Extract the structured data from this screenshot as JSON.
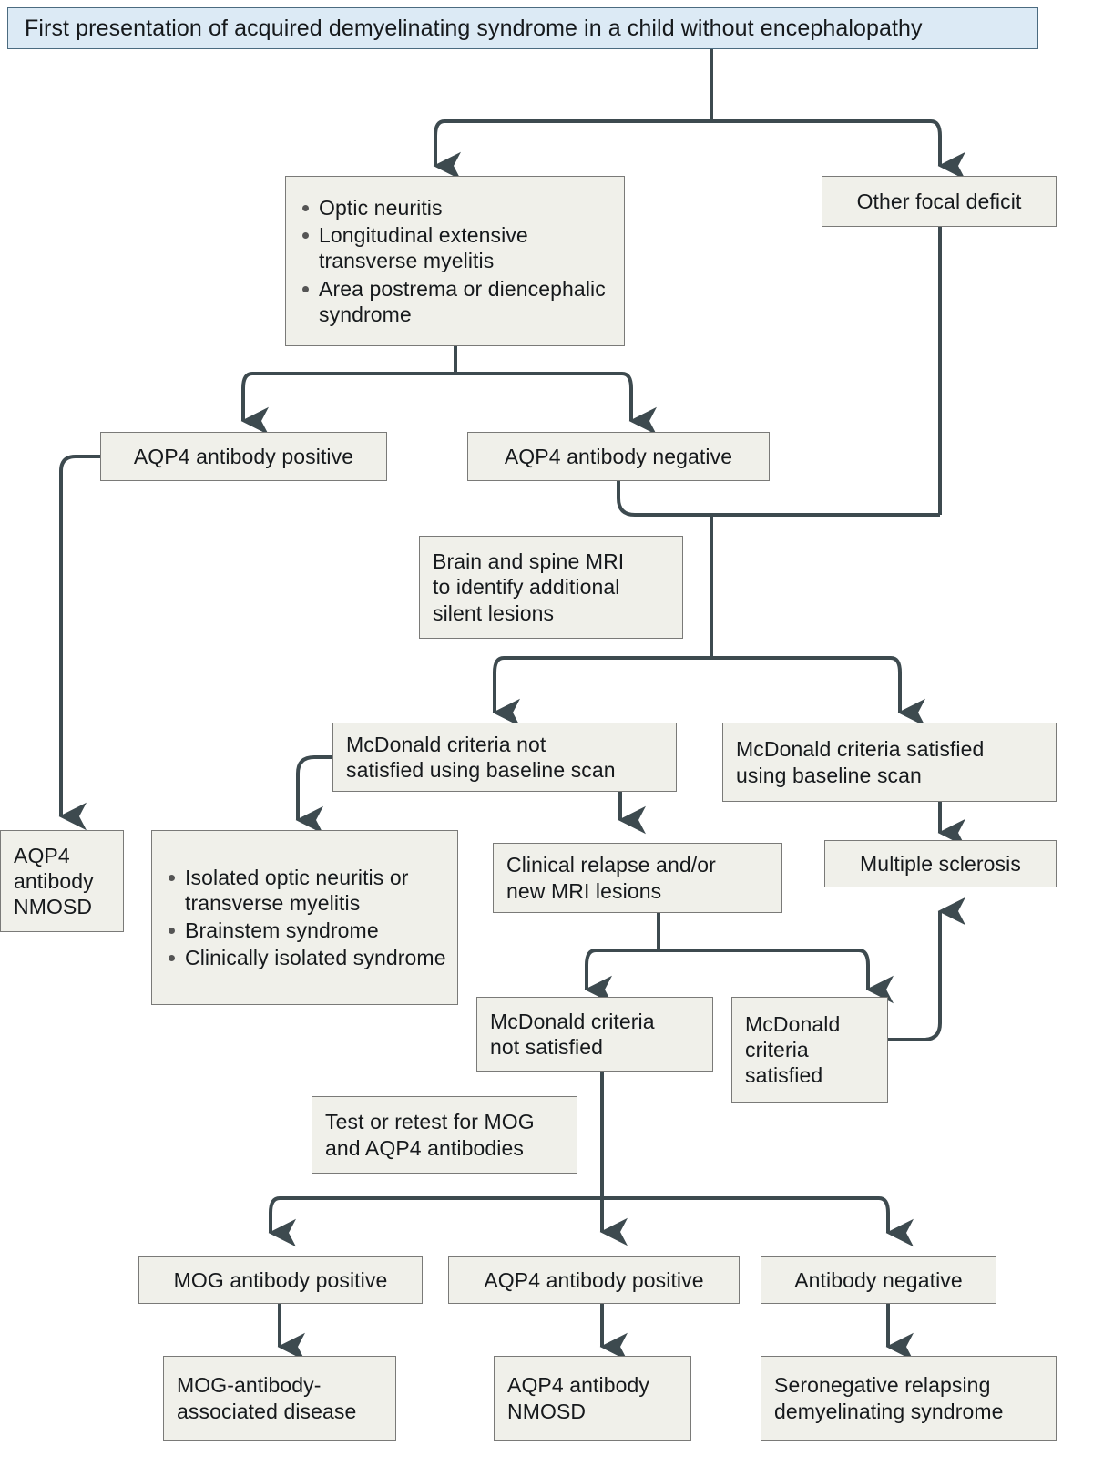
{
  "diagram": {
    "type": "flowchart",
    "title": "First presentation of acquired demyelinating syndrome in a child without encephalopathy",
    "colors": {
      "title_fill": "#dceaf5",
      "node_fill": "#f0f0ea",
      "node_border": "#7a7a78",
      "connector": "#3d4a4f",
      "text": "#16191c"
    },
    "nodes": {
      "title": "First presentation of acquired demyelinating syndrome in a child without encephalopathy",
      "presentation_list": [
        "Optic neuritis",
        "Longitudinal extensive transverse myelitis",
        "Area postrema or diencephalic syndrome"
      ],
      "other_focal_deficit": "Other focal deficit",
      "aqp4_positive": "AQP4 antibody positive",
      "aqp4_negative": "AQP4 antibody negative",
      "brain_spine_mri": "Brain and spine MRI\nto identify additional\nsilent lesions",
      "mcdonald_not_satisfied_baseline": "McDonald criteria not\nsatisfied using baseline scan",
      "mcdonald_satisfied_baseline": "McDonald criteria satisfied\nusing baseline scan",
      "aqp4_nmosd_left": "AQP4\nantibody\nNMOSD",
      "isolated_list": [
        "Isolated optic neuritis or transverse myelitis",
        "Brainstem syndrome",
        "Clinically isolated syndrome"
      ],
      "clinical_relapse": "Clinical relapse and/or\nnew MRI lesions",
      "multiple_sclerosis": "Multiple sclerosis",
      "mcdonald_not_satisfied": "McDonald criteria\nnot satisfied",
      "mcdonald_satisfied": "McDonald\ncriteria\nsatisfied",
      "test_retest": "Test or retest for MOG\nand AQP4 antibodies",
      "mog_positive": "MOG antibody positive",
      "aqp4_positive_2": "AQP4 antibody positive",
      "antibody_negative": "Antibody negative",
      "mogad": "MOG-antibody-\nassociated disease",
      "aqp4_nmosd_bottom": "AQP4 antibody\nNMOSD",
      "seronegative": "Seronegative relapsing\ndemyelinating syndrome"
    }
  }
}
